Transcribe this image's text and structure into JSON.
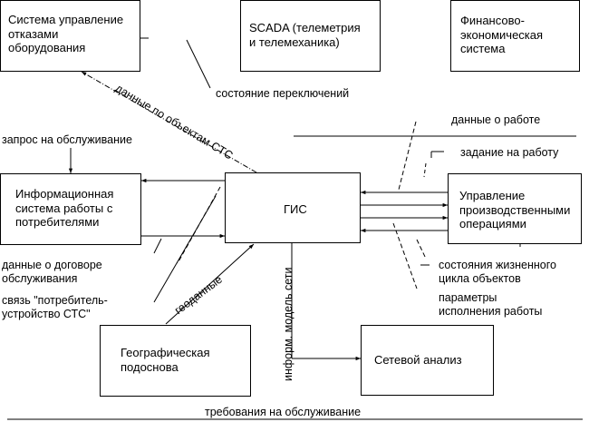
{
  "colors": {
    "line": "#000000",
    "background": "#ffffff"
  },
  "boxes": {
    "failure_mgmt": "Система управление\nотказами\nоборудования",
    "scada": "SCADA (телеметрия\nи телемеханика)",
    "finance": "Финансово-\nэкономическая\nсистема",
    "info_system": "Информационная\nсистема работы с\nпотребителями",
    "gis": "ГИС",
    "production": "Управление\nпроизводственными\nоперациями",
    "geo_base": "Географическая\nподоснова",
    "network_analysis": "Сетевой анализ"
  },
  "labels": {
    "switch_state": "состояние переключений",
    "cts_object_data": "данные по объектам СТС",
    "service_request": "запрос на обслуживание",
    "work_data": "данные о работе",
    "work_task": "задание на работу",
    "contract_data": "данные о договоре\nобслуживания",
    "consumer_link": "связь \"потребитель-\nустройство СТС\"",
    "geodata": "геоданные",
    "network_model": "информ. модель сети",
    "lifecycle_state": "состояния жизненного\nцикла объектов",
    "work_params": "параметры\nисполнения работы",
    "service_requirements": "требования на обслуживание"
  }
}
